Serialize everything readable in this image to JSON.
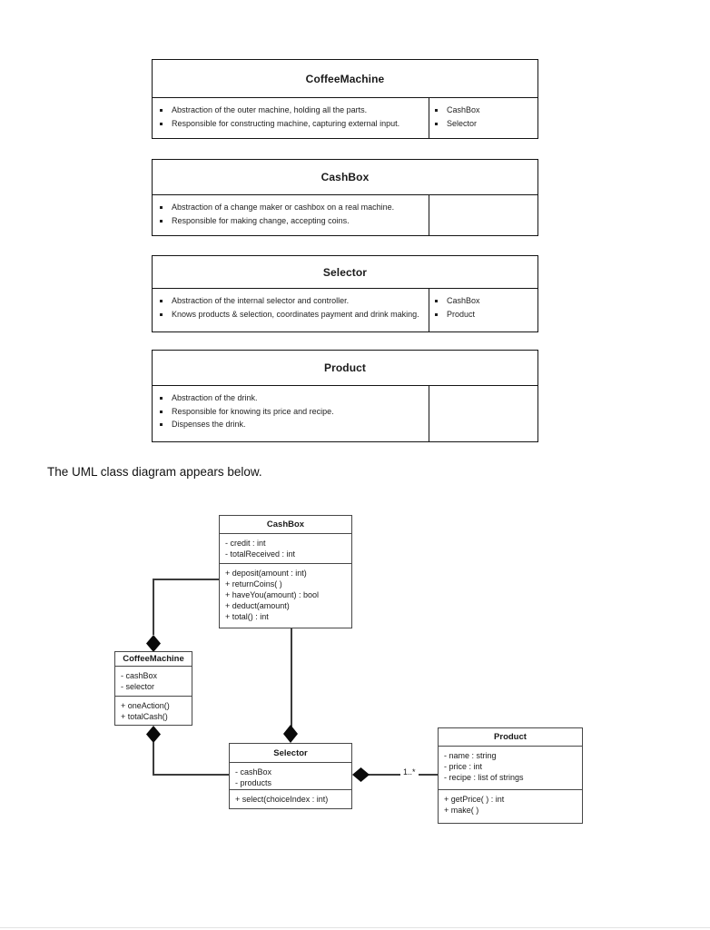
{
  "page": {
    "intro_text": "The UML class diagram appears below."
  },
  "crc_cards": [
    {
      "title": "CoffeeMachine",
      "responsibilities": [
        "Abstraction of the outer machine, holding all the parts.",
        "Responsible for constructing machine, capturing external input."
      ],
      "collaborators": [
        "CashBox",
        "Selector"
      ]
    },
    {
      "title": "CashBox",
      "responsibilities": [
        "Abstraction of a change maker or cashbox on a real machine.",
        "Responsible for making change, accepting coins."
      ],
      "collaborators": []
    },
    {
      "title": "Selector",
      "responsibilities": [
        "Abstraction of the internal selector and controller.",
        "Knows products & selection, coordinates payment and drink making."
      ],
      "collaborators": [
        "CashBox",
        "Product"
      ]
    },
    {
      "title": "Product",
      "responsibilities": [
        "Abstraction of the drink.",
        "Responsible for knowing its price and recipe.",
        "Dispenses the drink."
      ],
      "collaborators": []
    }
  ],
  "uml": {
    "classes": [
      {
        "name": "CashBox",
        "attributes": [
          "- credit : int",
          "- totalReceived : int"
        ],
        "methods": [
          "+ deposit(amount : int)",
          "+ returnCoins( )",
          "+ haveYou(amount) : bool",
          "+ deduct(amount)",
          "+ total() : int"
        ]
      },
      {
        "name": "CoffeeMachine",
        "attributes": [
          "- cashBox",
          "- selector"
        ],
        "methods": [
          "+ oneAction()",
          "+ totalCash()"
        ]
      },
      {
        "name": "Selector",
        "attributes": [
          "- cashBox",
          "- products"
        ],
        "methods": [
          "+ select(choiceIndex : int)"
        ]
      },
      {
        "name": "Product",
        "attributes": [
          "- name : string",
          "- price : int",
          "- recipe : list of strings"
        ],
        "methods": [
          "+ getPrice( ) : int",
          "+ make( )"
        ]
      }
    ],
    "multiplicity_label": "1..*"
  }
}
